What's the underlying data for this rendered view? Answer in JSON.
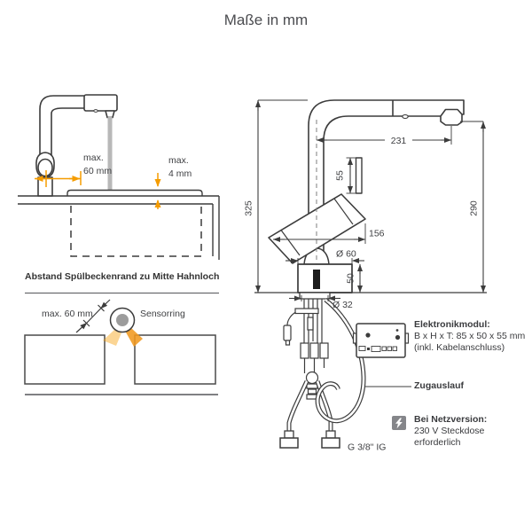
{
  "title": "Maße in mm",
  "side_view": {
    "dim_offset_l1": "max.",
    "dim_offset_l2": "60 mm",
    "dim_rim_l1": "max.",
    "dim_rim_l2": "4 mm",
    "caption": "Abstand Spülbeckenrand zu Mitte Hahnloch"
  },
  "top_view": {
    "dim_sensor": "max. 60 mm",
    "sensor_label": "Sensorring"
  },
  "dimensions": {
    "reach": "231",
    "total_height": "325",
    "outlet_height": "290",
    "lever_travel": "55",
    "lever_length": "156",
    "body_diameter": "Ø 60",
    "base_height": "50",
    "hole_diameter": "Ø 32",
    "thread": "G 3/8\" IG"
  },
  "annotations": {
    "module_title": "Elektronikmodul:",
    "module_size": "B x H x T: 85 x 50 x 55 mm",
    "module_note": "(inkl. Kabelanschluss)",
    "pullout": "Zugauslauf",
    "power_title": "Bei Netzversion:",
    "power_l2": "230 V Steckdose",
    "power_l3": "erforderlich"
  },
  "colors": {
    "accent_orange": "#F59C00",
    "accent_orange_light": "#F6C27E",
    "line_dark": "#3C3C3C",
    "water_gray": "#B8B8B8",
    "sensor_gray": "#9C9C9C",
    "power_icon_bg": "#85868A"
  }
}
